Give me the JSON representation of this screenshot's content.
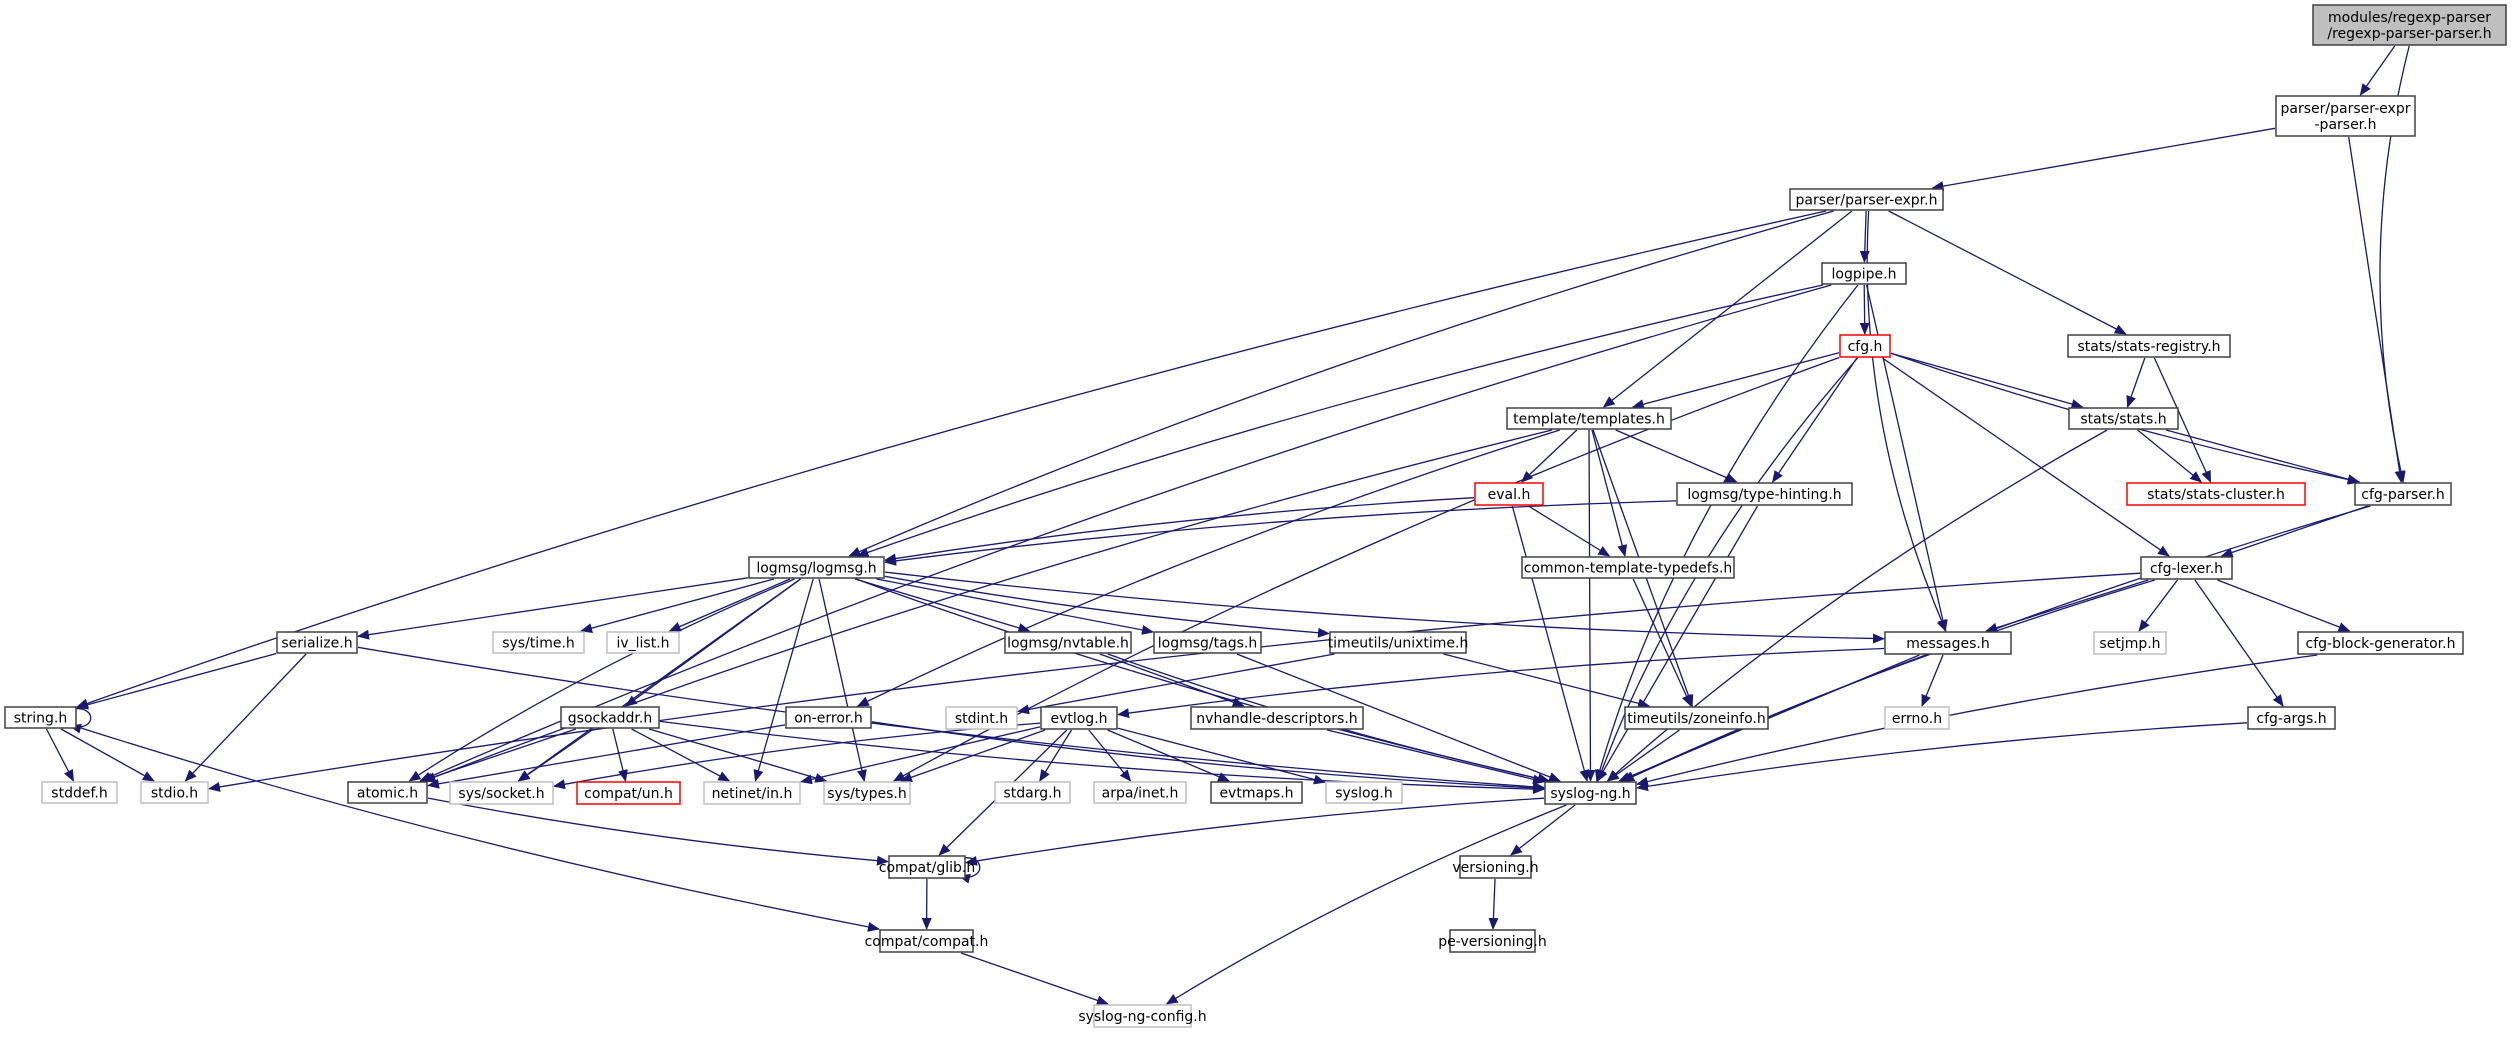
{
  "diagram": {
    "type": "include-dependency-graph",
    "edge_color": "#191970",
    "node_styles": {
      "root": {
        "fill": "#bfbfbf",
        "stroke": "#404040"
      },
      "documented": {
        "fill": "#ffffff",
        "stroke": "#404040"
      },
      "truncated": {
        "fill": "#ffffff",
        "stroke": "#ff0000"
      },
      "external": {
        "fill": "#ffffff",
        "stroke": "#bfbfbf"
      }
    },
    "nodes": [
      {
        "id": "root",
        "label": "modules/regexp-parser\n/regexp-parser-parser.h",
        "style": "root"
      },
      {
        "id": "pep",
        "label": "parser/parser-expr\n-parser.h",
        "style": "documented"
      },
      {
        "id": "pe",
        "label": "parser/parser-expr.h",
        "style": "documented"
      },
      {
        "id": "logpipe",
        "label": "logpipe.h",
        "style": "documented"
      },
      {
        "id": "cfg",
        "label": "cfg.h",
        "style": "truncated"
      },
      {
        "id": "statsreg",
        "label": "stats/stats-registry.h",
        "style": "documented"
      },
      {
        "id": "stats",
        "label": "stats/stats.h",
        "style": "documented"
      },
      {
        "id": "statscl",
        "label": "stats/stats-cluster.h",
        "style": "truncated"
      },
      {
        "id": "cfgparser",
        "label": "cfg-parser.h",
        "style": "documented"
      },
      {
        "id": "templates",
        "label": "template/templates.h",
        "style": "documented"
      },
      {
        "id": "eval",
        "label": "eval.h",
        "style": "truncated"
      },
      {
        "id": "typehint",
        "label": "logmsg/type-hinting.h",
        "style": "documented"
      },
      {
        "id": "ctt",
        "label": "common-template-typedefs.h",
        "style": "documented"
      },
      {
        "id": "logmsg",
        "label": "logmsg/logmsg.h",
        "style": "documented"
      },
      {
        "id": "cfglexer",
        "label": "cfg-lexer.h",
        "style": "documented"
      },
      {
        "id": "serialize",
        "label": "serialize.h",
        "style": "documented"
      },
      {
        "id": "systime",
        "label": "sys/time.h",
        "style": "external"
      },
      {
        "id": "ivlist",
        "label": "iv_list.h",
        "style": "external"
      },
      {
        "id": "nvtable",
        "label": "logmsg/nvtable.h",
        "style": "documented"
      },
      {
        "id": "tags",
        "label": "logmsg/tags.h",
        "style": "documented"
      },
      {
        "id": "unixtime",
        "label": "timeutils/unixtime.h",
        "style": "documented"
      },
      {
        "id": "messages",
        "label": "messages.h",
        "style": "documented"
      },
      {
        "id": "setjmp",
        "label": "setjmp.h",
        "style": "external"
      },
      {
        "id": "cbg",
        "label": "cfg-block-generator.h",
        "style": "documented"
      },
      {
        "id": "string",
        "label": "string.h",
        "style": "documented"
      },
      {
        "id": "onerror",
        "label": "on-error.h",
        "style": "documented"
      },
      {
        "id": "gsock",
        "label": "gsockaddr.h",
        "style": "documented"
      },
      {
        "id": "stdint",
        "label": "stdint.h",
        "style": "external"
      },
      {
        "id": "evtlog",
        "label": "evtlog.h",
        "style": "documented"
      },
      {
        "id": "nvhd",
        "label": "nvhandle-descriptors.h",
        "style": "documented"
      },
      {
        "id": "zoneinfo",
        "label": "timeutils/zoneinfo.h",
        "style": "documented"
      },
      {
        "id": "errno",
        "label": "errno.h",
        "style": "external"
      },
      {
        "id": "cfgargs",
        "label": "cfg-args.h",
        "style": "documented"
      },
      {
        "id": "stddef",
        "label": "stddef.h",
        "style": "external"
      },
      {
        "id": "stdio",
        "label": "stdio.h",
        "style": "external"
      },
      {
        "id": "atomic",
        "label": "atomic.h",
        "style": "documented"
      },
      {
        "id": "syssocket",
        "label": "sys/socket.h",
        "style": "external"
      },
      {
        "id": "compatun",
        "label": "compat/un.h",
        "style": "truncated"
      },
      {
        "id": "netinet",
        "label": "netinet/in.h",
        "style": "external"
      },
      {
        "id": "systypes",
        "label": "sys/types.h",
        "style": "external"
      },
      {
        "id": "stdarg",
        "label": "stdarg.h",
        "style": "external"
      },
      {
        "id": "arpa",
        "label": "arpa/inet.h",
        "style": "external"
      },
      {
        "id": "evtmaps",
        "label": "evtmaps.h",
        "style": "documented"
      },
      {
        "id": "syslog",
        "label": "syslog.h",
        "style": "external"
      },
      {
        "id": "syslogng",
        "label": "syslog-ng.h",
        "style": "documented"
      },
      {
        "id": "glib",
        "label": "compat/glib.h",
        "style": "documented"
      },
      {
        "id": "versioning",
        "label": "versioning.h",
        "style": "documented"
      },
      {
        "id": "compat",
        "label": "compat/compat.h",
        "style": "documented"
      },
      {
        "id": "peversioning",
        "label": "pe-versioning.h",
        "style": "documented"
      },
      {
        "id": "sngconfig",
        "label": "syslog-ng-config.h",
        "style": "external"
      }
    ],
    "edges": [
      [
        "root",
        "pep"
      ],
      [
        "root",
        "cfgparser"
      ],
      [
        "pep",
        "pe"
      ],
      [
        "pep",
        "cfgparser"
      ],
      [
        "pe",
        "logpipe"
      ],
      [
        "pe",
        "string"
      ],
      [
        "pe",
        "logmsg"
      ],
      [
        "pe",
        "templates"
      ],
      [
        "pe",
        "messages"
      ],
      [
        "pe",
        "statsreg"
      ],
      [
        "logpipe",
        "cfg"
      ],
      [
        "logpipe",
        "logmsg"
      ],
      [
        "logpipe",
        "atomic"
      ],
      [
        "logpipe",
        "messages"
      ],
      [
        "logpipe",
        "syslogng"
      ],
      [
        "cfg",
        "templates"
      ],
      [
        "cfg",
        "systypes"
      ],
      [
        "cfg",
        "typehint"
      ],
      [
        "cfg",
        "syslogng"
      ],
      [
        "cfg",
        "stats"
      ],
      [
        "cfg",
        "cfgparser"
      ],
      [
        "cfg",
        "cfglexer"
      ],
      [
        "statsreg",
        "stats"
      ],
      [
        "statsreg",
        "statscl"
      ],
      [
        "stats",
        "statscl"
      ],
      [
        "stats",
        "cfgparser"
      ],
      [
        "stats",
        "syslogng"
      ],
      [
        "cfgparser",
        "cfglexer"
      ],
      [
        "cfgparser",
        "syslogng"
      ],
      [
        "templates",
        "eval"
      ],
      [
        "templates",
        "typehint"
      ],
      [
        "templates",
        "ctt"
      ],
      [
        "templates",
        "zoneinfo"
      ],
      [
        "templates",
        "atomic"
      ],
      [
        "templates",
        "onerror"
      ],
      [
        "templates",
        "syslogng"
      ],
      [
        "eval",
        "logmsg"
      ],
      [
        "eval",
        "ctt"
      ],
      [
        "eval",
        "syslogng"
      ],
      [
        "typehint",
        "logmsg"
      ],
      [
        "typehint",
        "syslogng"
      ],
      [
        "ctt",
        "zoneinfo"
      ],
      [
        "logmsg",
        "serialize"
      ],
      [
        "logmsg",
        "systime"
      ],
      [
        "logmsg",
        "ivlist"
      ],
      [
        "logmsg",
        "nvtable"
      ],
      [
        "logmsg",
        "tags"
      ],
      [
        "logmsg",
        "unixtime"
      ],
      [
        "logmsg",
        "messages"
      ],
      [
        "logmsg",
        "gsock"
      ],
      [
        "logmsg",
        "atomic"
      ],
      [
        "logmsg",
        "syssocket"
      ],
      [
        "logmsg",
        "netinet"
      ],
      [
        "logmsg",
        "systypes"
      ],
      [
        "logmsg",
        "syslogng"
      ],
      [
        "cfglexer",
        "messages"
      ],
      [
        "cfglexer",
        "setjmp"
      ],
      [
        "cfglexer",
        "cbg"
      ],
      [
        "cfglexer",
        "cfgargs"
      ],
      [
        "cfglexer",
        "stdio"
      ],
      [
        "cfglexer",
        "syslogng"
      ],
      [
        "serialize",
        "string"
      ],
      [
        "serialize",
        "stdio"
      ],
      [
        "serialize",
        "syslogng"
      ],
      [
        "nvtable",
        "nvhd"
      ],
      [
        "nvtable",
        "syslogng"
      ],
      [
        "tags",
        "syslogng"
      ],
      [
        "unixtime",
        "stdint"
      ],
      [
        "unixtime",
        "zoneinfo"
      ],
      [
        "messages",
        "evtlog"
      ],
      [
        "messages",
        "errno"
      ],
      [
        "messages",
        "syslogng"
      ],
      [
        "cbg",
        "syslogng"
      ],
      [
        "cfgargs",
        "syslogng"
      ],
      [
        "string",
        "string"
      ],
      [
        "string",
        "stddef"
      ],
      [
        "string",
        "stdio"
      ],
      [
        "string",
        "compat"
      ],
      [
        "onerror",
        "atomic"
      ],
      [
        "onerror",
        "syslogng"
      ],
      [
        "gsock",
        "atomic"
      ],
      [
        "gsock",
        "syssocket"
      ],
      [
        "gsock",
        "compatun"
      ],
      [
        "gsock",
        "netinet"
      ],
      [
        "gsock",
        "systypes"
      ],
      [
        "gsock",
        "syslogng"
      ],
      [
        "evtlog",
        "syssocket"
      ],
      [
        "evtlog",
        "netinet"
      ],
      [
        "evtlog",
        "systypes"
      ],
      [
        "evtlog",
        "stdarg"
      ],
      [
        "evtlog",
        "arpa"
      ],
      [
        "evtlog",
        "evtmaps"
      ],
      [
        "evtlog",
        "syslog"
      ],
      [
        "evtlog",
        "glib"
      ],
      [
        "nvhd",
        "syslogng"
      ],
      [
        "zoneinfo",
        "syslogng"
      ],
      [
        "atomic",
        "glib"
      ],
      [
        "syslogng",
        "glib"
      ],
      [
        "syslogng",
        "versioning"
      ],
      [
        "syslogng",
        "sngconfig"
      ],
      [
        "glib",
        "glib"
      ],
      [
        "glib",
        "compat"
      ],
      [
        "versioning",
        "peversioning"
      ],
      [
        "compat",
        "sngconfig"
      ]
    ]
  }
}
